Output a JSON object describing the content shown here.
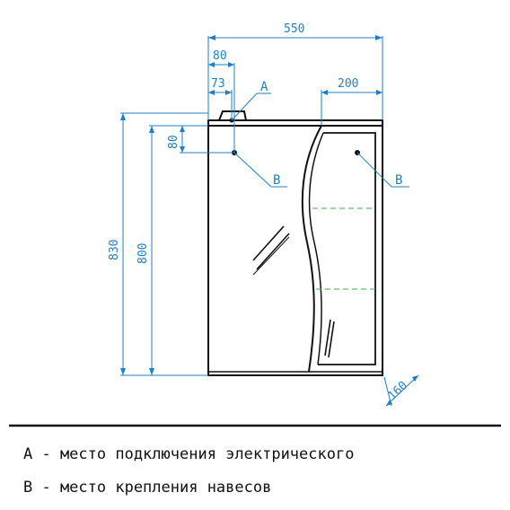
{
  "dimensions": {
    "overall_width": "550",
    "left_offset_80": "80",
    "left_offset_73": "73",
    "shelf_width": "200",
    "total_height": "830",
    "body_height": "800",
    "top_offset": "80",
    "depth": "160"
  },
  "callouts": {
    "a_top": "A",
    "b_left": "B",
    "b_right": "B"
  },
  "legend": {
    "line_a": "A - место подключения электрического",
    "line_b": "B - место крепления навесов"
  },
  "colors": {
    "dimension": "#1f7fc4",
    "outline": "#111111",
    "shelf_dash": "#3cb043"
  }
}
